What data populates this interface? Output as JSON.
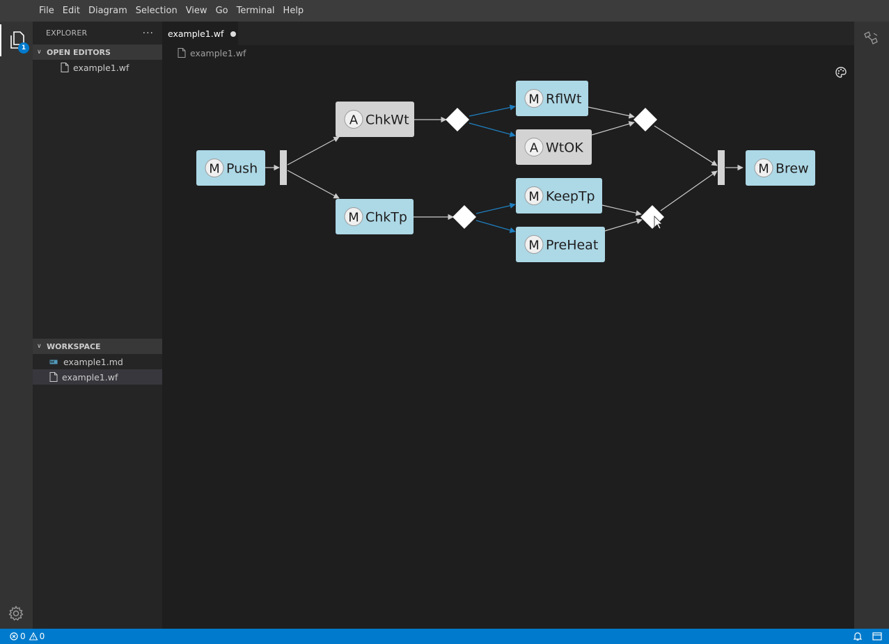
{
  "menu": [
    "File",
    "Edit",
    "Diagram",
    "Selection",
    "View",
    "Go",
    "Terminal",
    "Help"
  ],
  "activity": {
    "explorer_badge": "1"
  },
  "sidebar": {
    "title": "EXPLORER",
    "more": "···",
    "open_editors": {
      "label": "OPEN EDITORS",
      "items": [
        "example1.wf"
      ]
    },
    "workspace": {
      "label": "WORKSPACE",
      "items": [
        "example1.md",
        "example1.wf"
      ]
    }
  },
  "tab": {
    "label": "example1.wf",
    "dirty": true
  },
  "breadcrumb": "example1.wf",
  "diagram": {
    "nodes": [
      {
        "id": "push",
        "badge": "M",
        "label": "Push",
        "kind": "manual"
      },
      {
        "id": "chkwt",
        "badge": "A",
        "label": "ChkWt",
        "kind": "automated"
      },
      {
        "id": "chktp",
        "badge": "M",
        "label": "ChkTp",
        "kind": "manual"
      },
      {
        "id": "rflwt",
        "badge": "M",
        "label": "RflWt",
        "kind": "manual"
      },
      {
        "id": "wtok",
        "badge": "A",
        "label": "WtOK",
        "kind": "automated"
      },
      {
        "id": "keeptp",
        "badge": "M",
        "label": "KeepTp",
        "kind": "manual"
      },
      {
        "id": "preheat",
        "badge": "M",
        "label": "PreHeat",
        "kind": "manual"
      },
      {
        "id": "brew",
        "badge": "M",
        "label": "Brew",
        "kind": "manual"
      }
    ],
    "colors": {
      "manual": "#add8e6",
      "automated": "#d3d3d3",
      "edge": "#cccccc",
      "weighted_edge": "#1f7fc0",
      "gateway": "#ffffff",
      "fork": "#d3d3d3"
    }
  },
  "status": {
    "errors": "0",
    "warnings": "0"
  }
}
